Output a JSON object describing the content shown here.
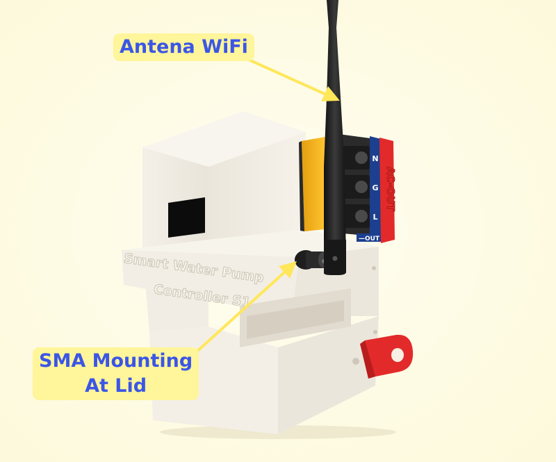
{
  "callouts": {
    "antenna": {
      "label": "Antena WiFi"
    },
    "sma": {
      "line1": "SMA Mounting",
      "line2": "At Lid"
    }
  },
  "device": {
    "engraving_line1": "Smart Water Pump",
    "engraving_line2": "Controller S1",
    "relay_pins": [
      "N",
      "G",
      "L"
    ],
    "relay_out_label": "—OUT",
    "terminal_tag": "AC-OUT"
  },
  "colors": {
    "background": "#fffce8",
    "callout_fill": "#fff59a",
    "callout_text": "#3b56e6",
    "arrow": "#ffe75a",
    "enclosure": "#f2eee6",
    "antenna": "#1c1c1c",
    "relay_blue": "#1c3f8f",
    "terminal_red": "#e32a2a",
    "yellow_part": "#f2b21a"
  }
}
